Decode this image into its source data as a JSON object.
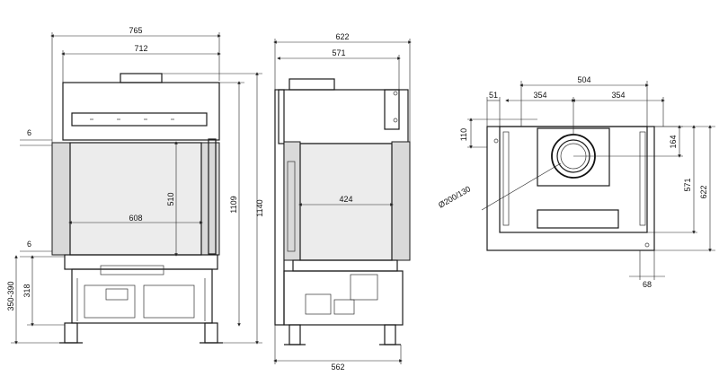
{
  "front_view": {
    "dim_width_outer": "765",
    "dim_width_inner": "712",
    "dim_height_total": "1140",
    "dim_height_body": "1109",
    "dim_glass_width": "608",
    "dim_glass_height": "510",
    "dim_top_gap": "6",
    "dim_bottom_gap": "6",
    "dim_base_height": "318",
    "dim_base_range": "350-390"
  },
  "side_view": {
    "dim_width_outer": "622",
    "dim_width_inner": "571",
    "dim_depth_glass": "424",
    "dim_base_width": "562"
  },
  "top_view": {
    "dim_width": "504",
    "dim_half_left": "354",
    "dim_half_right": "354",
    "dim_left_offset": "51",
    "dim_flue_offset": "110",
    "dim_flue_depth": "164",
    "dim_depth_inner": "571",
    "dim_depth_outer": "622",
    "dim_flue_diameter": "Ø200/130",
    "dim_leg_offset": "68"
  },
  "colors": {
    "line": "#1a1a1a",
    "background": "#ffffff"
  }
}
